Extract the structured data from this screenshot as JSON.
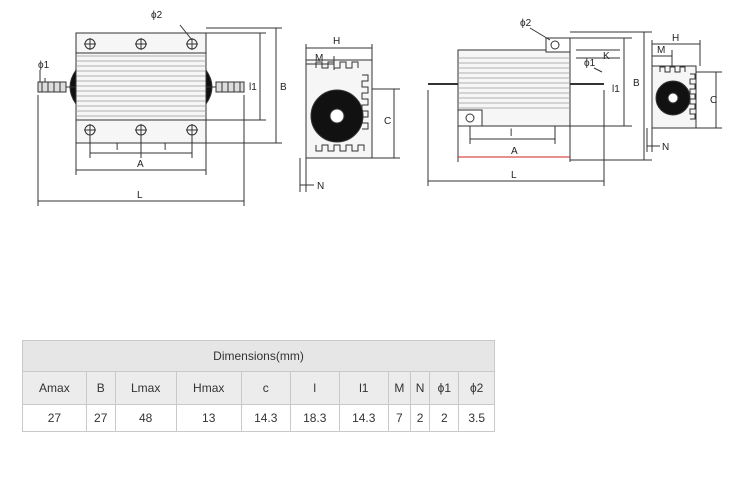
{
  "diagram_labels": {
    "left_top_view": {
      "phi2": "ϕ2",
      "phi1": "ϕ1",
      "l1": "l1",
      "B": "B",
      "l_left": "l",
      "l_right": "l",
      "A": "A",
      "L": "L"
    },
    "left_side_view": {
      "H": "H",
      "M": "M",
      "C": "C",
      "N": "N"
    },
    "right_top_view": {
      "phi2": "ϕ2",
      "phi1": "ϕ1",
      "K": "K",
      "l1": "l1",
      "B": "B",
      "l": "l",
      "A": "A",
      "L": "L"
    },
    "right_side_view": {
      "H": "H",
      "M": "M",
      "C": "C",
      "N": "N"
    }
  },
  "table": {
    "title": "Dimensions(mm)",
    "headers": [
      "Amax",
      "B",
      "Lmax",
      "Hmax",
      "c",
      "l",
      "l1",
      "M",
      "N",
      "ϕ1",
      "ϕ2"
    ],
    "values": [
      "27",
      "27",
      "48",
      "13",
      "14.3",
      "18.3",
      "14.3",
      "7",
      "2",
      "2",
      "3.5"
    ]
  },
  "colors": {
    "line": "#333333",
    "body": "#f4f4f4",
    "dark": "#111111",
    "accent_red": "#cc2222"
  }
}
